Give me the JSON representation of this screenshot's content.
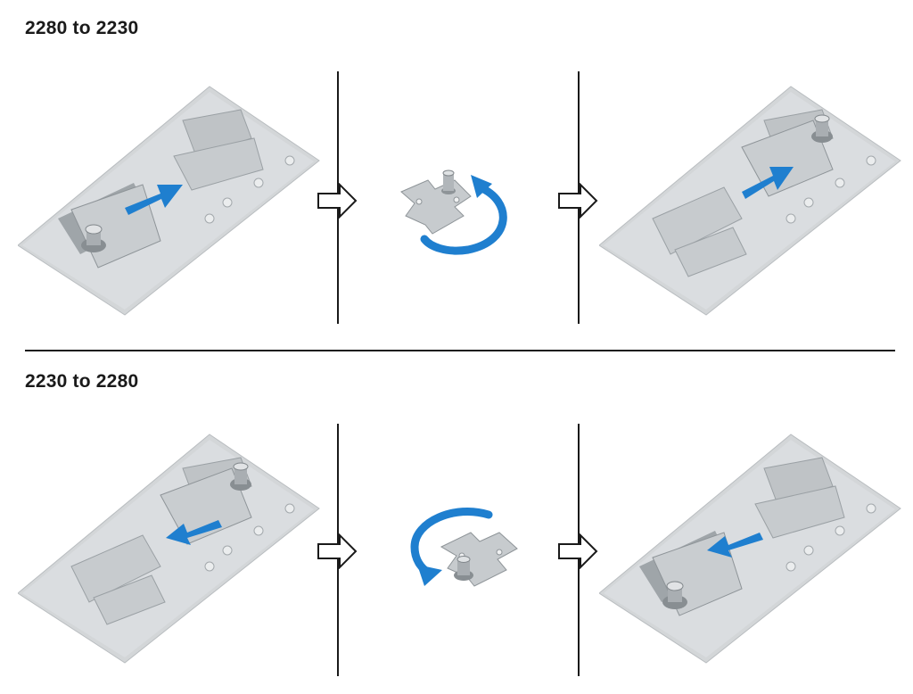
{
  "sections": [
    {
      "title": "2280 to 2230"
    },
    {
      "title": "2230 to 2280"
    }
  ],
  "colors": {
    "arrow_blue": "#1f7fcf",
    "metal": "#c5c9cc",
    "metal_dark": "#8e9498",
    "line": "#1a1a1a"
  },
  "icons": {
    "step_arrow": "outline-right-arrow",
    "slide_arrow": "blue-straight-arrow",
    "rotate_arrow": "blue-rotation-arrow"
  }
}
